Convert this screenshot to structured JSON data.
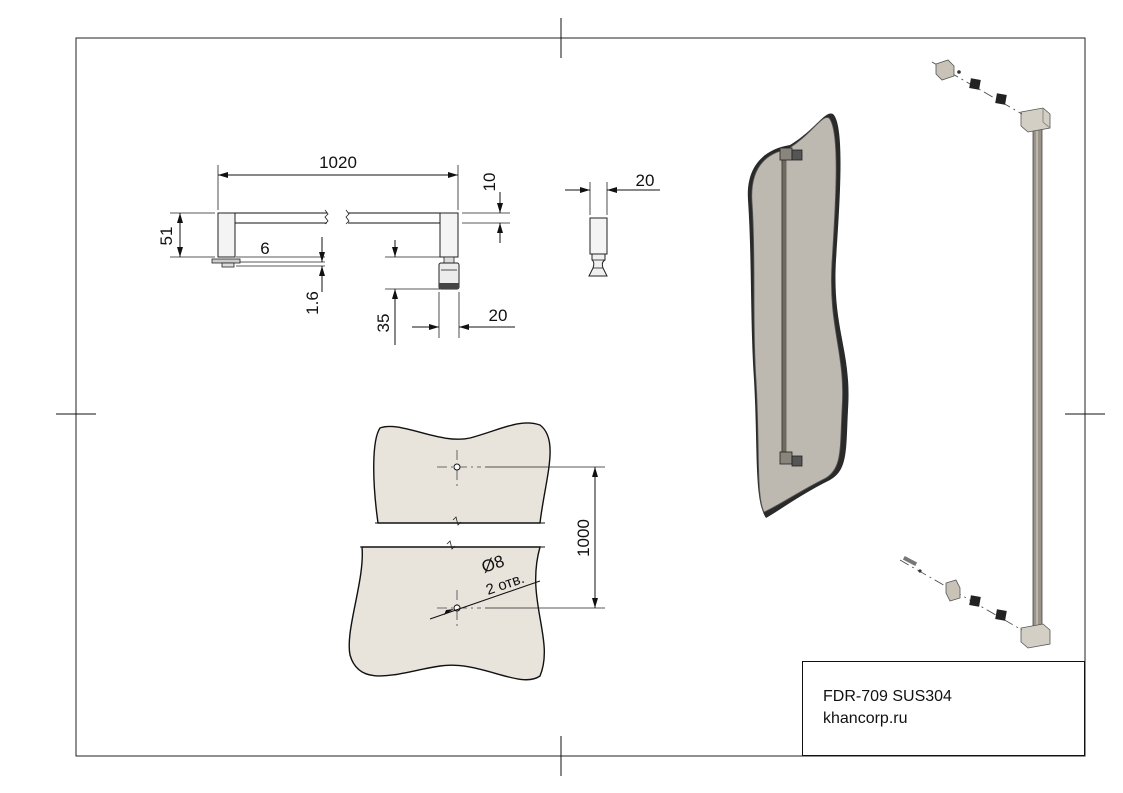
{
  "dimensions": {
    "length": "1020",
    "bar_thickness": "10",
    "height": "51",
    "offset": "6",
    "gap": "1.6",
    "standoff": "35",
    "standoff_dia": "20",
    "side_width": "20",
    "glass_spacing": "1000",
    "hole_dia": "Ø8",
    "hole_count": "2 отв."
  },
  "title_block": {
    "model": "FDR-709 SUS304",
    "website": "khancorp.ru"
  },
  "colors": {
    "glass": "#e8e4dc",
    "metal": "#9a9488",
    "line": "#111111"
  }
}
